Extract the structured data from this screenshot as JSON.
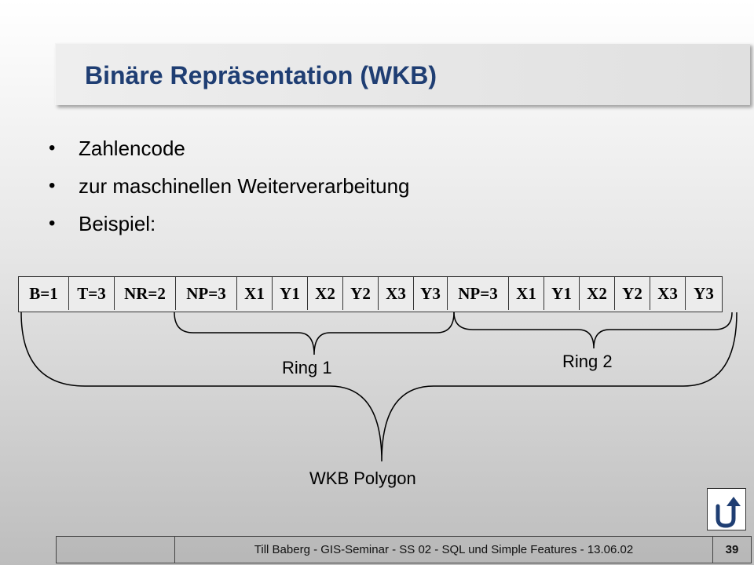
{
  "title": "Binäre Repräsentation (WKB)",
  "bullets": [
    "Zahlencode",
    "zur maschinellen Weiterverarbeitung",
    "Beispiel:"
  ],
  "wkb_fields": [
    "B=1",
    "T=3",
    "NR=2",
    "NP=3",
    "X1",
    "Y1",
    "X2",
    "Y2",
    "X3",
    "Y3",
    "NP=3",
    "X1",
    "Y1",
    "X2",
    "Y2",
    "X3",
    "Y3"
  ],
  "labels": {
    "ring1": "Ring 1",
    "ring2": "Ring 2",
    "polygon": "WKB Polygon"
  },
  "footer": {
    "text": "Till Baberg  -  GIS-Seminar  -  SS 02  -  SQL und Simple Features  -  13.06.02",
    "page": "39"
  },
  "nav": {
    "icon": "return-arrow-icon"
  }
}
